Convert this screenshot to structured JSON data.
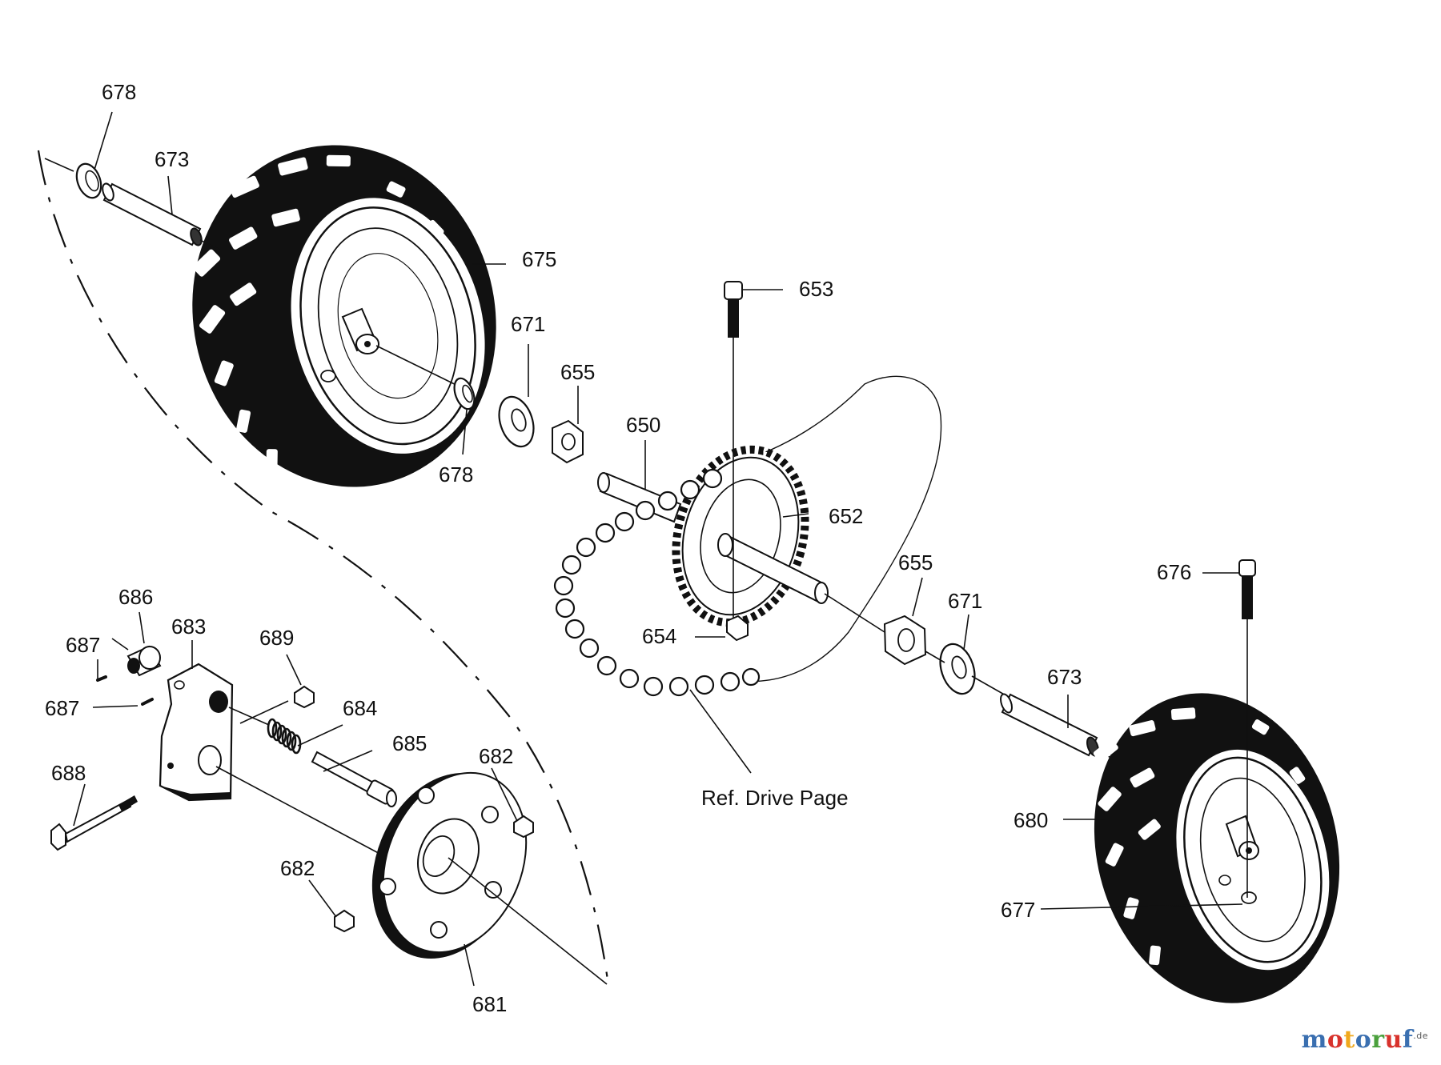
{
  "diagram": {
    "labels": [
      {
        "key": "p678a",
        "text": "678"
      },
      {
        "key": "p673a",
        "text": "673"
      },
      {
        "key": "p675",
        "text": "675"
      },
      {
        "key": "p671a",
        "text": "671"
      },
      {
        "key": "p655a",
        "text": "655"
      },
      {
        "key": "p678b",
        "text": "678"
      },
      {
        "key": "p650",
        "text": "650"
      },
      {
        "key": "p653",
        "text": "653"
      },
      {
        "key": "p652",
        "text": "652"
      },
      {
        "key": "p655b",
        "text": "655"
      },
      {
        "key": "p671b",
        "text": "671"
      },
      {
        "key": "p676",
        "text": "676"
      },
      {
        "key": "p673b",
        "text": "673"
      },
      {
        "key": "p654",
        "text": "654"
      },
      {
        "key": "p686",
        "text": "686"
      },
      {
        "key": "p683",
        "text": "683"
      },
      {
        "key": "p687a",
        "text": "687"
      },
      {
        "key": "p689",
        "text": "689"
      },
      {
        "key": "p687b",
        "text": "687"
      },
      {
        "key": "p684",
        "text": "684"
      },
      {
        "key": "p685",
        "text": "685"
      },
      {
        "key": "p682a",
        "text": "682"
      },
      {
        "key": "p688",
        "text": "688"
      },
      {
        "key": "p682b",
        "text": "682"
      },
      {
        "key": "p681",
        "text": "681"
      },
      {
        "key": "p680",
        "text": "680"
      },
      {
        "key": "p677",
        "text": "677"
      }
    ],
    "reference_note": "Ref. Drive Page"
  },
  "watermark": {
    "text_colored": [
      {
        "ch": "m",
        "color": "#3a6fb0"
      },
      {
        "ch": "o",
        "color": "#d8322c"
      },
      {
        "ch": "t",
        "color": "#f0a81c"
      },
      {
        "ch": "o",
        "color": "#3a6fb0"
      },
      {
        "ch": "r",
        "color": "#4aa03c"
      },
      {
        "ch": "u",
        "color": "#d8322c"
      },
      {
        "ch": "f",
        "color": "#3a6fb0"
      }
    ],
    "suffix": ".de"
  }
}
